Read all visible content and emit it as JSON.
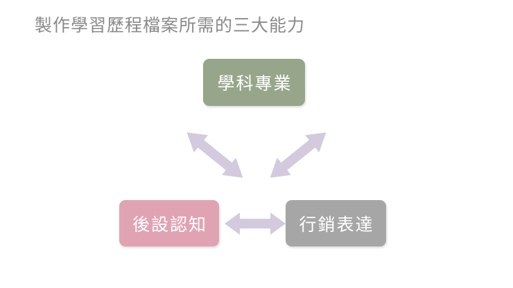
{
  "slide": {
    "title": "製作學習歷程檔案所需的三大能力",
    "background_color": "#ffffff",
    "title_color": "#8a8a8a"
  },
  "diagram": {
    "type": "triangular-relationship",
    "arrow_color": "#d3cadd",
    "nodes": [
      {
        "id": "subject",
        "label": "學科專業",
        "color": "#97a68a",
        "text_color": "#ffffff",
        "position": "top"
      },
      {
        "id": "metacognition",
        "label": "後設認知",
        "color": "#e0a3b4",
        "text_color": "#ffffff",
        "position": "bottom-left"
      },
      {
        "id": "marketing",
        "label": "行銷表達",
        "color": "#a6a6a6",
        "text_color": "#ffffff",
        "position": "bottom-right"
      }
    ],
    "connectors": [
      {
        "id": "metacognition-subject",
        "from": "metacognition",
        "to": "subject",
        "style": "double-headed-arrow",
        "orientation": "diagonal-up-right"
      },
      {
        "id": "subject-marketing",
        "from": "subject",
        "to": "marketing",
        "style": "double-headed-arrow",
        "orientation": "diagonal-down-right"
      },
      {
        "id": "metacognition-marketing",
        "from": "metacognition",
        "to": "marketing",
        "style": "double-headed-arrow",
        "orientation": "horizontal"
      }
    ]
  }
}
